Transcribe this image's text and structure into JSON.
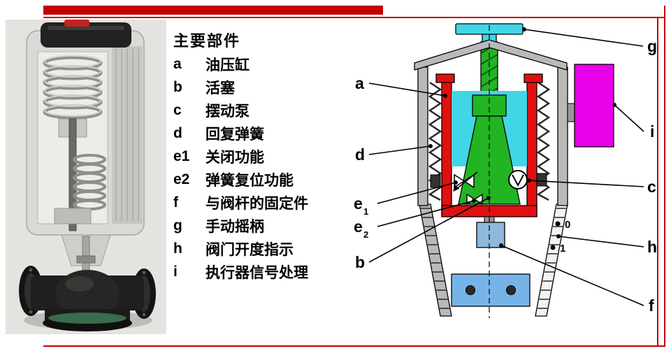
{
  "slide": {
    "accent_color": "#c00000",
    "background": "#ffffff"
  },
  "legend": {
    "title": "主要部件",
    "items": [
      {
        "key": "a",
        "label": "油压缸"
      },
      {
        "key": "b",
        "label": "活塞"
      },
      {
        "key": "c",
        "label": "摆动泵"
      },
      {
        "key": "d",
        "label": "回复弹簧"
      },
      {
        "key": "e1",
        "label": "关闭功能"
      },
      {
        "key": "e2",
        "label": "弹簧复位功能"
      },
      {
        "key": "f",
        "label": "与阀杆的固定件"
      },
      {
        "key": "g",
        "label": "手动摇柄"
      },
      {
        "key": "h",
        "label": "阀门开度指示"
      },
      {
        "key": "i",
        "label": "执行器信号处理"
      }
    ]
  },
  "diagram": {
    "labels": {
      "a": "a",
      "d": "d",
      "e1_base": "e",
      "e1_sub": "1",
      "e2_base": "e",
      "e2_sub": "2",
      "b": "b",
      "g": "g",
      "i": "i",
      "c": "c",
      "h": "h",
      "f": "f"
    },
    "scale": {
      "zero": "0",
      "one": "1"
    },
    "colors": {
      "handle_and_fluid": "#41d6e6",
      "oil_cylinder": "#e01010",
      "piston": "#22b422",
      "signal_box": "#e800e8",
      "stem_plate": "#76b4e8",
      "housing": "#b9b9b9"
    }
  }
}
